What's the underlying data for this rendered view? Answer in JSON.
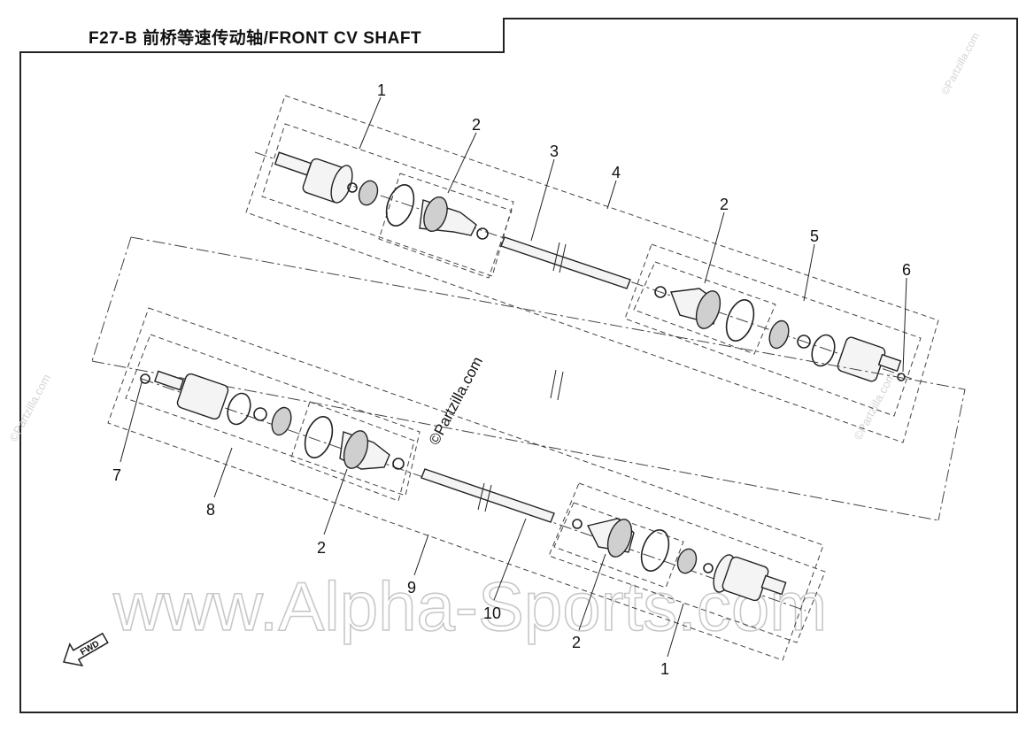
{
  "title": "F27-B  前桥等速传动轴/FRONT CV SHAFT",
  "watermark_main": "www.Alpha-Sports.com",
  "watermark_small": "©Partzilla.com",
  "fwd_label": "FWD",
  "callouts": {
    "c1_top": "1",
    "c2_top": "2",
    "c3": "3",
    "c4": "4",
    "c2_right": "2",
    "c5": "5",
    "c6": "6",
    "c7": "7",
    "c8": "8",
    "c2_left": "2",
    "c9": "9",
    "c10": "10",
    "c2_bottom": "2",
    "c1_bottom": "1"
  },
  "colors": {
    "line": "#222222",
    "watermark": "#c8c8c8"
  }
}
